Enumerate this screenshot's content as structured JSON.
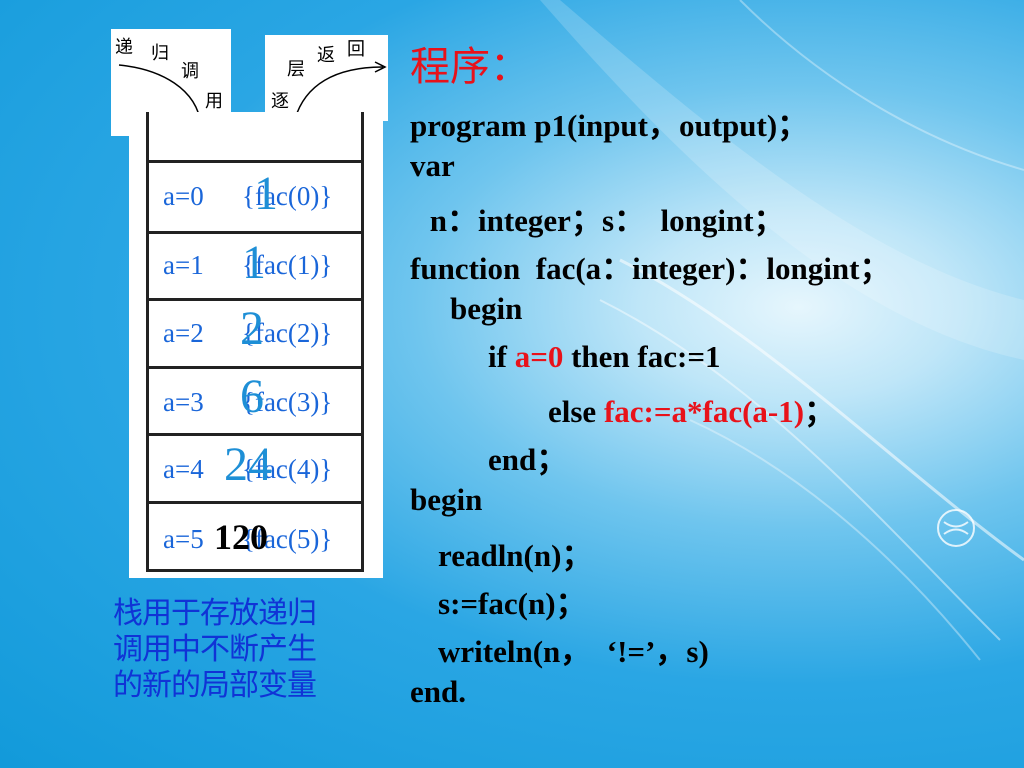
{
  "labels": {
    "recursive_call": [
      "递",
      "归",
      "调",
      "用"
    ],
    "return_layer": [
      "逐",
      "层",
      "返",
      "回"
    ]
  },
  "stack": {
    "cells": [
      {
        "var": "a=0",
        "call": "{fac(0)}",
        "ret": "1"
      },
      {
        "var": "a=1",
        "call": "{fac(1)}",
        "ret": "1"
      },
      {
        "var": "a=2",
        "call": "{fac(2)}",
        "ret": "2"
      },
      {
        "var": "a=3",
        "call": "{fac(3)}",
        "ret": "6"
      },
      {
        "var": "a=4",
        "call": "{fac(4)}",
        "ret": "24"
      },
      {
        "var": "a=5",
        "call": "{fac(5)}",
        "ret": "120"
      }
    ]
  },
  "caption": [
    "栈用于存放递归",
    "调用中不断产生",
    "的新的局部变量"
  ],
  "code": {
    "title": "程序：",
    "l1": "program p1(input，output)；",
    "l2": "var",
    "l3": " n：integer；s：  longint；",
    "l4": "function  fac(a：integer)：longint；",
    "l5": "begin",
    "l6_pre": "if ",
    "l6_red": "a=0",
    "l6_post": " then fac:=1",
    "l7_pre": "else ",
    "l7_red": "fac:=a*fac(a-1)",
    "l7_post": "；",
    "l8": "end；",
    "l9": "begin",
    "l10": "readln(n)；",
    "l11": "s:=fac(n)；",
    "l12": "writeln(n，  ‘!=’，s)",
    "l13": "end."
  },
  "colors": {
    "title": "#e8121a",
    "highlight": "#e8121a",
    "stack_text": "#1a66d9",
    "caption": "#1033d6"
  }
}
